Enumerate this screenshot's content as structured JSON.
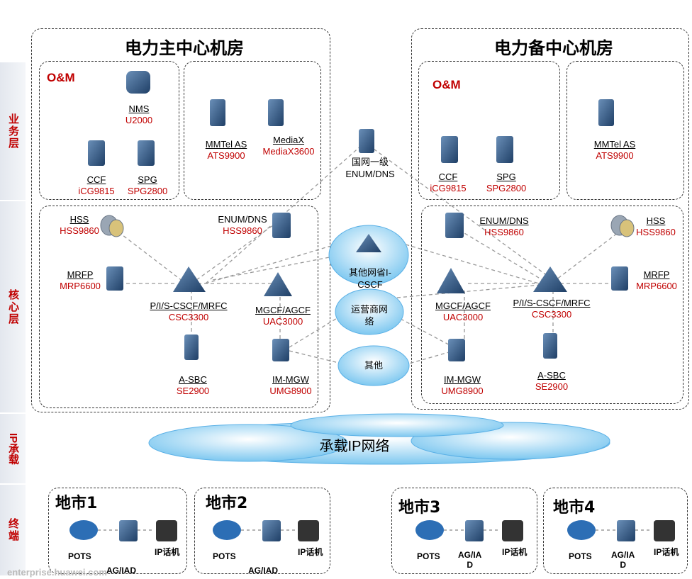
{
  "layers": {
    "service": "业务层",
    "core": "核心层",
    "ip": "IP承载",
    "term": "终端"
  },
  "main_center": {
    "title": "电力主中心机房"
  },
  "backup_center": {
    "title": "电力备中心机房"
  },
  "om_label": "O&M",
  "main": {
    "nms": {
      "name": "NMS",
      "model": "U2000"
    },
    "ccf": {
      "name": "CCF",
      "model": "iCG9815"
    },
    "spg": {
      "name": "SPG",
      "model": "SPG2800"
    },
    "mmtel": {
      "name": "MMTel AS",
      "model": "ATS9900"
    },
    "mediax": {
      "name": "MediaX",
      "model": "MediaX3600"
    },
    "hss": {
      "name": "HSS",
      "model": "HSS9860"
    },
    "enum": {
      "name": "ENUM/DNS",
      "model": "HSS9860"
    },
    "mrfp": {
      "name": "MRFP",
      "model": "MRP6600"
    },
    "cscf": {
      "name": "P/I/S-CSCF/MRFC",
      "model": "CSC3300"
    },
    "mgcf": {
      "name": "MGCF/AGCF",
      "model": "UAC3000"
    },
    "asbc": {
      "name": "A-SBC",
      "model": "SE2900"
    },
    "immgw": {
      "name": "IM-MGW",
      "model": "UMG8900"
    }
  },
  "backup": {
    "ccf": {
      "name": "CCF",
      "model": "iCG9815"
    },
    "spg": {
      "name": "SPG",
      "model": "SPG2800"
    },
    "mmtel": {
      "name": "MMTel AS",
      "model": "ATS9900"
    },
    "enum": {
      "name": "ENUM/DNS",
      "model": "HSS9860"
    },
    "hss": {
      "name": "HSS",
      "model": "HSS9860"
    },
    "mrfp": {
      "name": "MRFP",
      "model": "MRP6600"
    },
    "mgcf": {
      "name": "MGCF/AGCF",
      "model": "UAC3000"
    },
    "cscf": {
      "name": "P/I/S-CSCF/MRFC",
      "model": "CSC3300"
    },
    "immgw": {
      "name": "IM-MGW",
      "model": "UMG8900"
    },
    "asbc": {
      "name": "A-SBC",
      "model": "SE2900"
    }
  },
  "national_enum": "国网一级\nENUM/DNS",
  "cloud_other_prov": "其他网省I-\nCSCF",
  "cloud_carrier": "运营商网\n络",
  "cloud_other": "其他",
  "cloud_ip": "承载IP网络",
  "cities": [
    "地市1",
    "地市2",
    "地市3",
    "地市4"
  ],
  "terminals": {
    "pots": "POTS",
    "ag": "AG/IAD",
    "ag_split": "AG/IA\nD",
    "ipphone": "IP话机"
  },
  "footer": "enterprise.huawei.com"
}
